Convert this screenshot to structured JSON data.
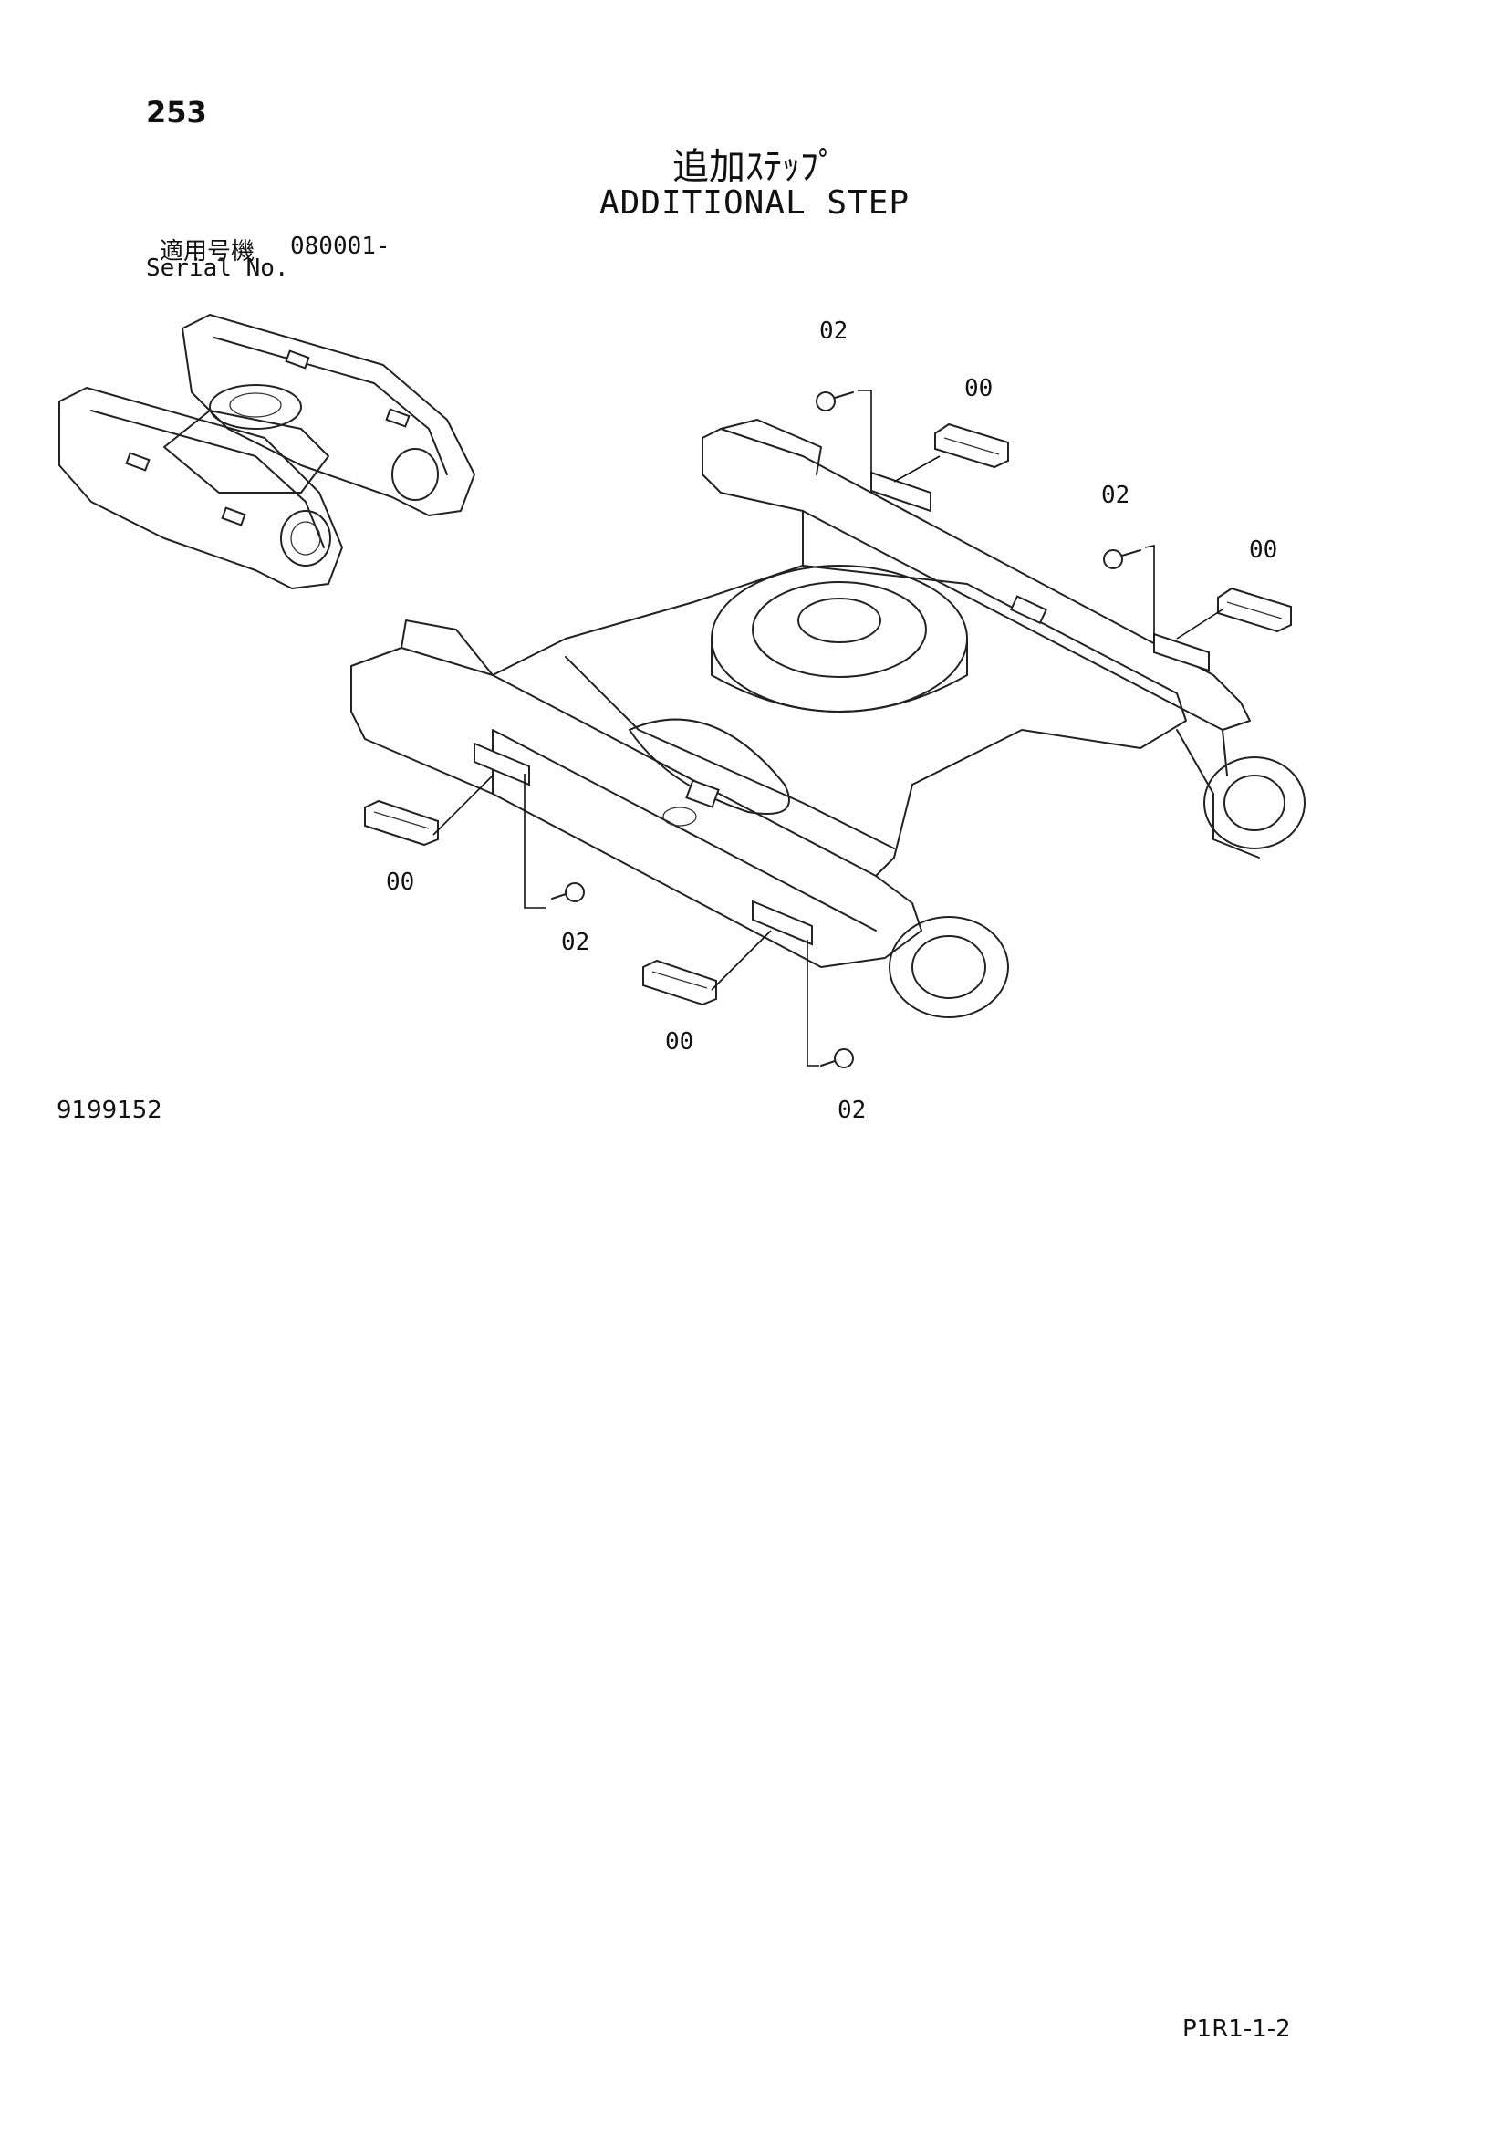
{
  "page_number": "253",
  "title_jp": "追加ｽﾃｯﾌﾟ",
  "title_en": "ADDITIONAL STEP",
  "serial": {
    "label_jp": "適用号機",
    "label_en": "Serial No.",
    "range": "080001-"
  },
  "drawing_number": "9199152",
  "sheet_code": "P1R1-1-2",
  "callouts": [
    {
      "id": "c1",
      "text": "02"
    },
    {
      "id": "c2",
      "text": "00"
    },
    {
      "id": "c3",
      "text": "02"
    },
    {
      "id": "c4",
      "text": "00"
    },
    {
      "id": "c5",
      "text": "00"
    },
    {
      "id": "c6",
      "text": "02"
    },
    {
      "id": "c7",
      "text": "00"
    },
    {
      "id": "c8",
      "text": "02"
    }
  ]
}
